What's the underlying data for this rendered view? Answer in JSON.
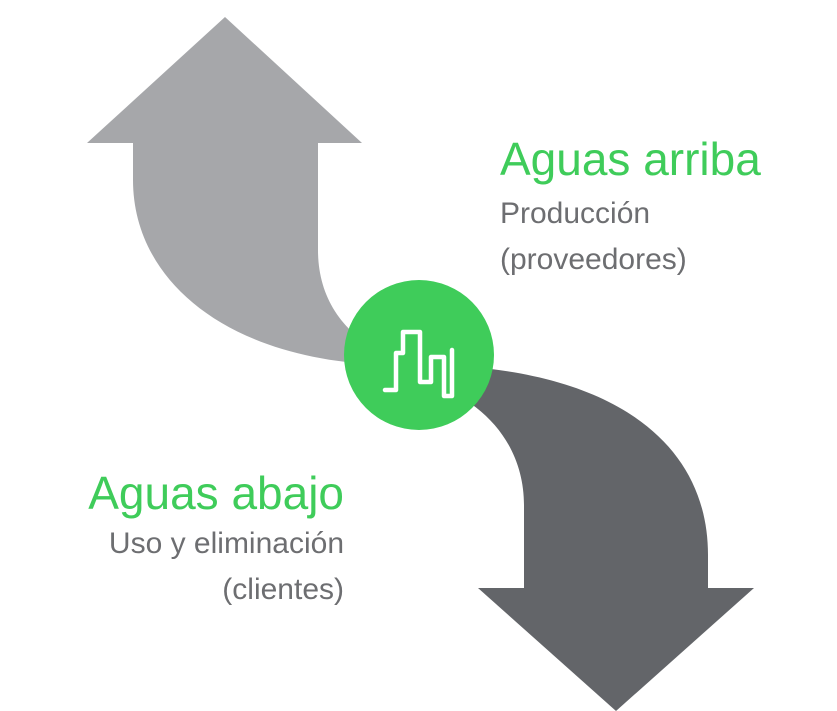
{
  "colors": {
    "accent_green": "#3fcc5a",
    "upstream_arrow": "#a6a7aa",
    "downstream_arrow": "#636569",
    "body_text": "#6d6e71",
    "icon_stroke": "#ffffff"
  },
  "upstream": {
    "title": "Aguas arriba",
    "subtitle_line1": "Producción",
    "subtitle_line2": "(proveedores)"
  },
  "downstream": {
    "title": "Aguas abajo",
    "subtitle_line1": "Uso y eliminación",
    "subtitle_line2": "(clientes)"
  },
  "center_icon": {
    "name": "factory-skyline-icon"
  }
}
